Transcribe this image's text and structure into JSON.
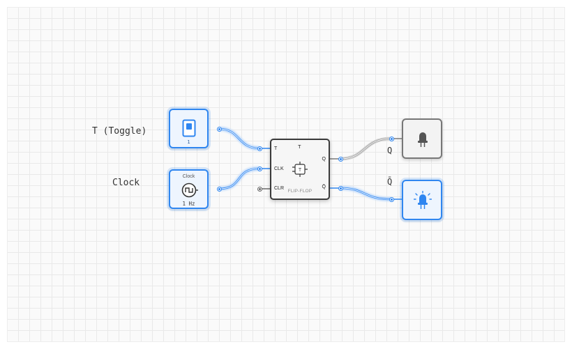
{
  "labels": {
    "toggle": "T (Toggle)",
    "clock": "Clock",
    "q": "Q",
    "qbar": "Q̄"
  },
  "toggle_switch": {
    "value": "1",
    "state": "on"
  },
  "clock_source": {
    "title": "Clock",
    "frequency": "1 Hz"
  },
  "flip_flop": {
    "type_letter": "T",
    "name": "FLIP-FLOP",
    "inputs": [
      "T",
      "CLK",
      "CLR"
    ],
    "outputs": [
      "Q",
      "Q̄"
    ]
  },
  "leds": {
    "q_state": "off",
    "qbar_state": "on"
  },
  "colors": {
    "active": "#2f86f0",
    "inactive_wire": "#b5b5b5",
    "grid": "#e9e9e9"
  },
  "icons": [
    "switch-icon",
    "square-wave-icon",
    "flip-flop-icon",
    "led-off-icon",
    "led-on-icon"
  ]
}
